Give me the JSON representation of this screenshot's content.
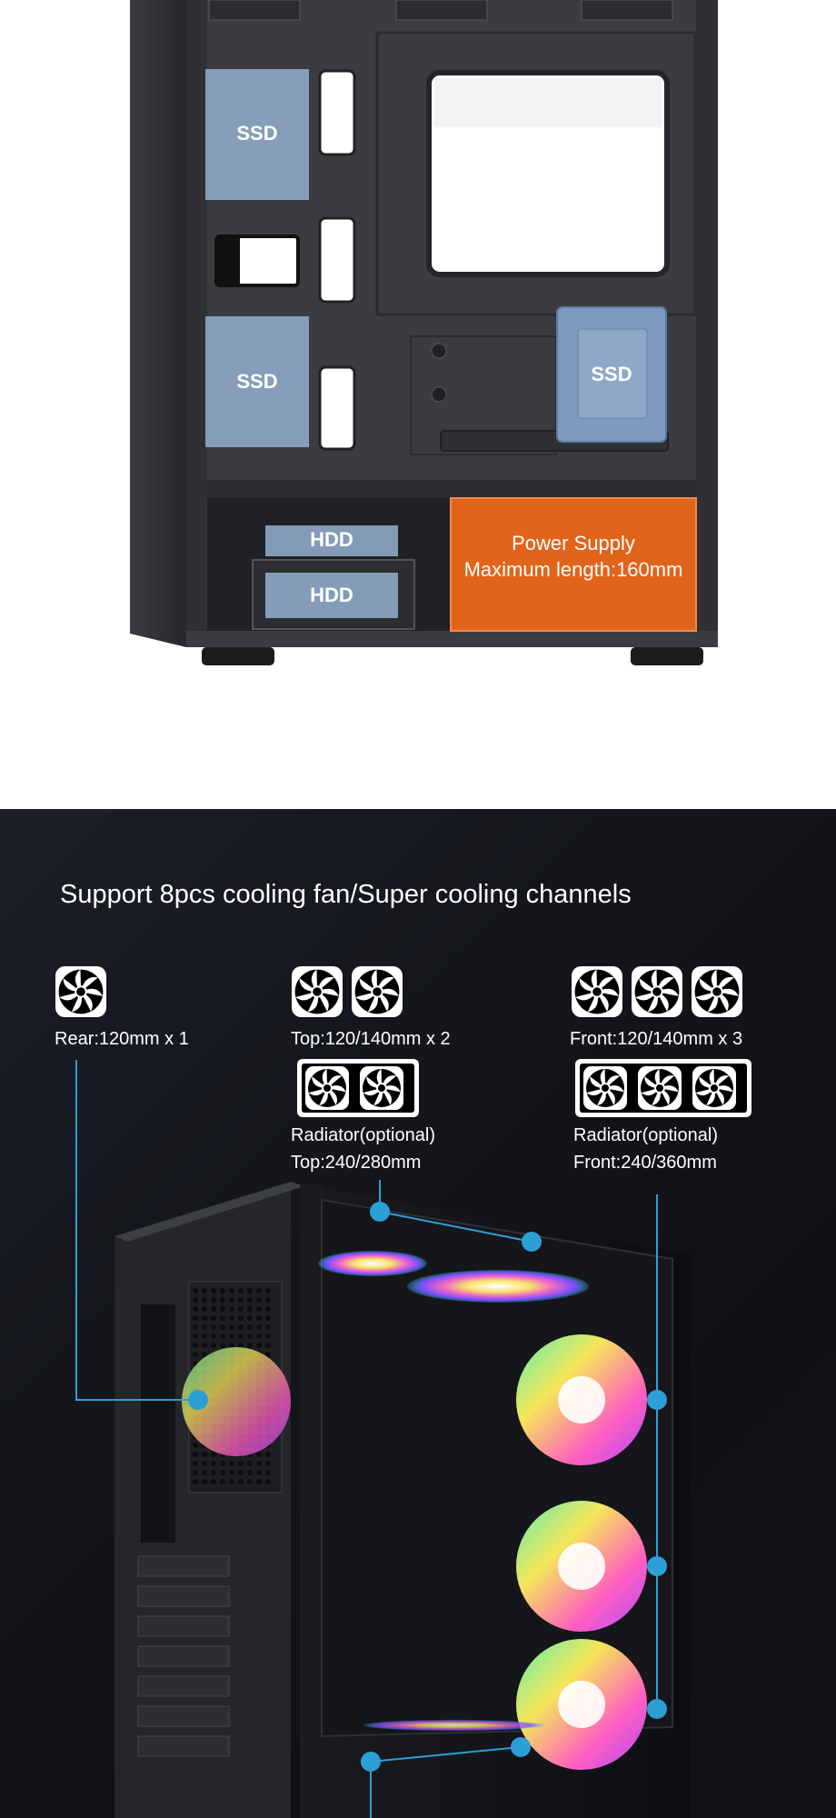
{
  "case_diagram": {
    "drives": {
      "ssd_label": "SSD",
      "hdd_label": "HDD"
    },
    "power_supply": {
      "title": "Power Supply",
      "max_length": "Maximum length:160mm"
    }
  },
  "cooling": {
    "heading": "Support 8pcs cooling fan/Super cooling channels",
    "rear": {
      "label": "Rear:120mm x 1",
      "fan_count": 1
    },
    "top": {
      "label": "Top:120/140mm x 2",
      "fan_count": 2,
      "radiator_fans": 2,
      "radiator_label": "Radiator(optional)",
      "radiator_size": "Top:240/280mm"
    },
    "front": {
      "label": "Front:120/140mm x 3",
      "fan_count": 3,
      "radiator_fans": 3,
      "radiator_label": "Radiator(optional)",
      "radiator_size": "Front:240/360mm"
    }
  },
  "colors": {
    "ssd_overlay": "#8fa8c8",
    "psu_overlay": "#f26a1b",
    "callout_blue": "#2b9fd6",
    "case_dark": "#2b2d31"
  },
  "icons": [
    "fan-icon",
    "radiator-icon"
  ]
}
